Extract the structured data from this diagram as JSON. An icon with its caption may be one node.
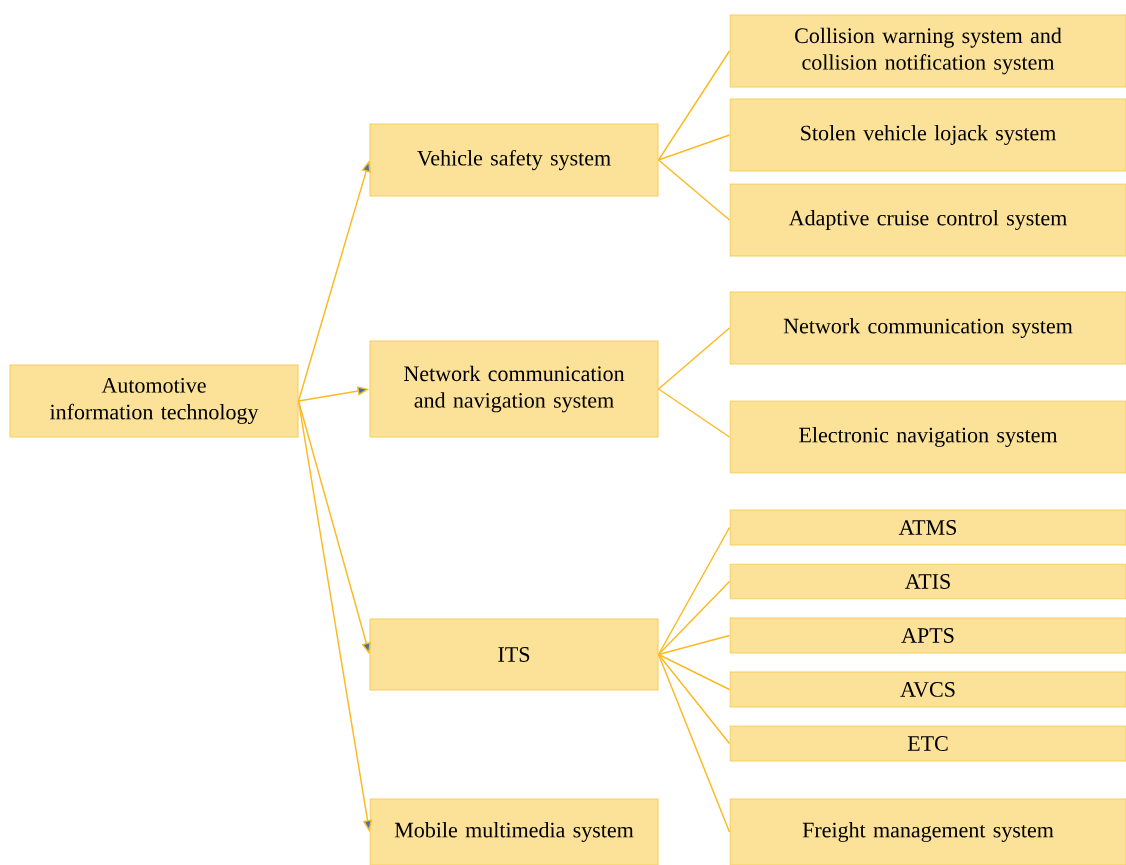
{
  "diagram": {
    "nodes": [
      {
        "text": [
          "Automotive information technology"
        ]
      },
      {
        "text": [
          "Vehicle safety system"
        ]
      },
      {
        "text": [
          "Network communication and navigation system"
        ]
      },
      {
        "text": [
          "ITS"
        ]
      },
      {
        "text": [
          "Mobile multimedia system"
        ]
      },
      {
        "text": [
          "Collision warning system and collision notification system"
        ]
      },
      {
        "text": [
          "Stolen vehicle lojack system"
        ]
      },
      {
        "text": [
          "Adaptive cruise control system"
        ]
      },
      {
        "text": [
          "Network communication system"
        ]
      },
      {
        "text": [
          "Electronic navigation system"
        ]
      },
      {
        "text": [
          "ATMS"
        ]
      },
      {
        "text": [
          "ATIS"
        ]
      },
      {
        "text": [
          "APTS"
        ]
      },
      {
        "text": [
          "AVCS"
        ]
      },
      {
        "text": [
          "ETC"
        ]
      },
      {
        "text": [
          "Freight management system"
        ]
      }
    ],
    "edges": [
      {
        "from": 0,
        "to": 1,
        "arrow": "to"
      },
      {
        "from": 0,
        "to": 2,
        "arrow": "to"
      },
      {
        "from": 0,
        "to": 3,
        "arrow": "to"
      },
      {
        "from": 0,
        "to": 4,
        "arrow": "to"
      },
      {
        "from": 1,
        "to": 5,
        "arrow": "none"
      },
      {
        "from": 1,
        "to": 6,
        "arrow": "none"
      },
      {
        "from": 1,
        "to": 7,
        "arrow": "none"
      },
      {
        "from": 2,
        "to": 8,
        "arrow": "none"
      },
      {
        "from": 2,
        "to": 9,
        "arrow": "none"
      },
      {
        "from": 3,
        "to": 10,
        "arrow": "none"
      },
      {
        "from": 3,
        "to": 11,
        "arrow": "none"
      },
      {
        "from": 3,
        "to": 12,
        "arrow": "none"
      },
      {
        "from": 3,
        "to": 13,
        "arrow": "none"
      },
      {
        "from": 3,
        "to": 14,
        "arrow": "none"
      },
      {
        "from": 3,
        "to": 15,
        "arrow": "none"
      }
    ]
  }
}
